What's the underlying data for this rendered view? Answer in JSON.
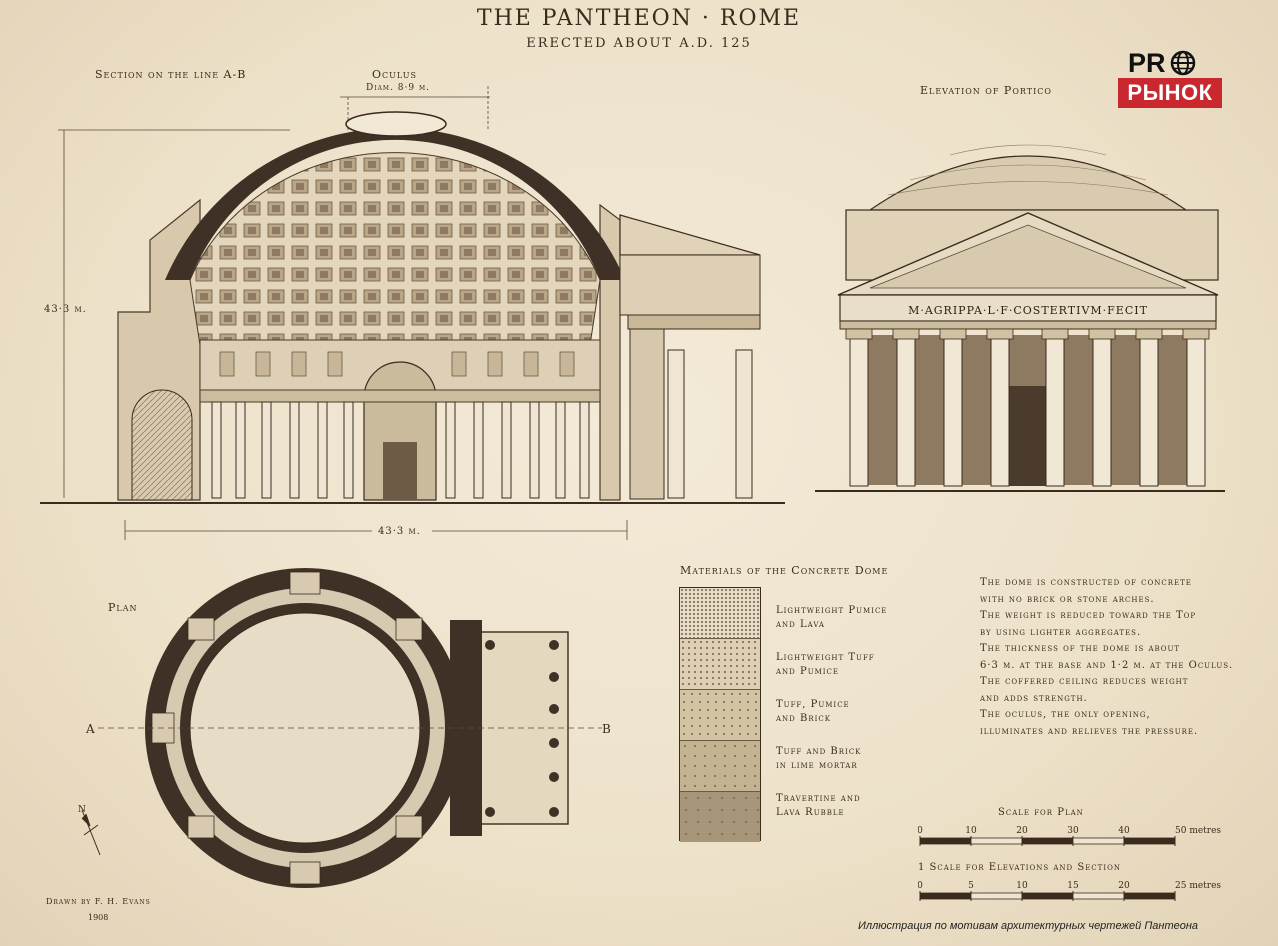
{
  "title": "THE PANTHEON · ROME",
  "subtitle": "ERECTED ABOUT A.D. 125",
  "section": {
    "label": "Section on the line A-B",
    "oculus_label": "Oculus",
    "oculus_diam": "Diam. 8·9 m.",
    "height_dim": "43·3 m.",
    "width_dim": "43·3 m."
  },
  "portico": {
    "label": "Elevation of Portico",
    "inscription": "M·AGRIPPA·L·F·COSTERTIVM·FECIT"
  },
  "plan": {
    "label": "Plan",
    "marker_a": "A",
    "marker_b": "B",
    "north": "N"
  },
  "materials": {
    "heading": "Materials of the Concrete Dome",
    "layers": [
      {
        "label": "Lightweight Pumice",
        "label2": "and Lava",
        "color": "#e7dcc6"
      },
      {
        "label": "Lightweight Tuff",
        "label2": "and Pumice",
        "color": "#dccfb4"
      },
      {
        "label": "Tuff, Pumice",
        "label2": "and Brick",
        "color": "#d2c3a3"
      },
      {
        "label": "Tuff and Brick",
        "label2": "in lime mortar",
        "color": "#c4b391"
      },
      {
        "label": "Travertine and",
        "label2": "Lava Rubble",
        "color": "#a8967a"
      }
    ]
  },
  "notes": [
    "The dome is constructed of concrete",
    "with no brick or stone arches.",
    "The weight is reduced toward the Top",
    "by using lighter aggregates.",
    "The thickness of the dome is about",
    "6·3 m. at the base and 1·2 m. at the Oculus.",
    "The coffered ceiling reduces weight",
    "and adds strength.",
    "The oculus, the only opening,",
    "illuminates and relieves the pressure."
  ],
  "scale_plan": {
    "label": "Scale for Plan",
    "ticks": [
      "0",
      "10",
      "20",
      "30",
      "40",
      "50 metres"
    ]
  },
  "scale_elev": {
    "label": "1  Scale for Elevations and Section",
    "ticks": [
      "0",
      "5",
      "10",
      "15",
      "20",
      "25 metres"
    ]
  },
  "credit": {
    "line1": "Drawn by F. H. Evans",
    "line2": "1908"
  },
  "logo": {
    "pro": "PR",
    "rynok": "РЫНОК",
    "brand_red": "#c8282e"
  },
  "caption": "Иллюстрация по мотивам архитектурных чертежей Пантеона"
}
